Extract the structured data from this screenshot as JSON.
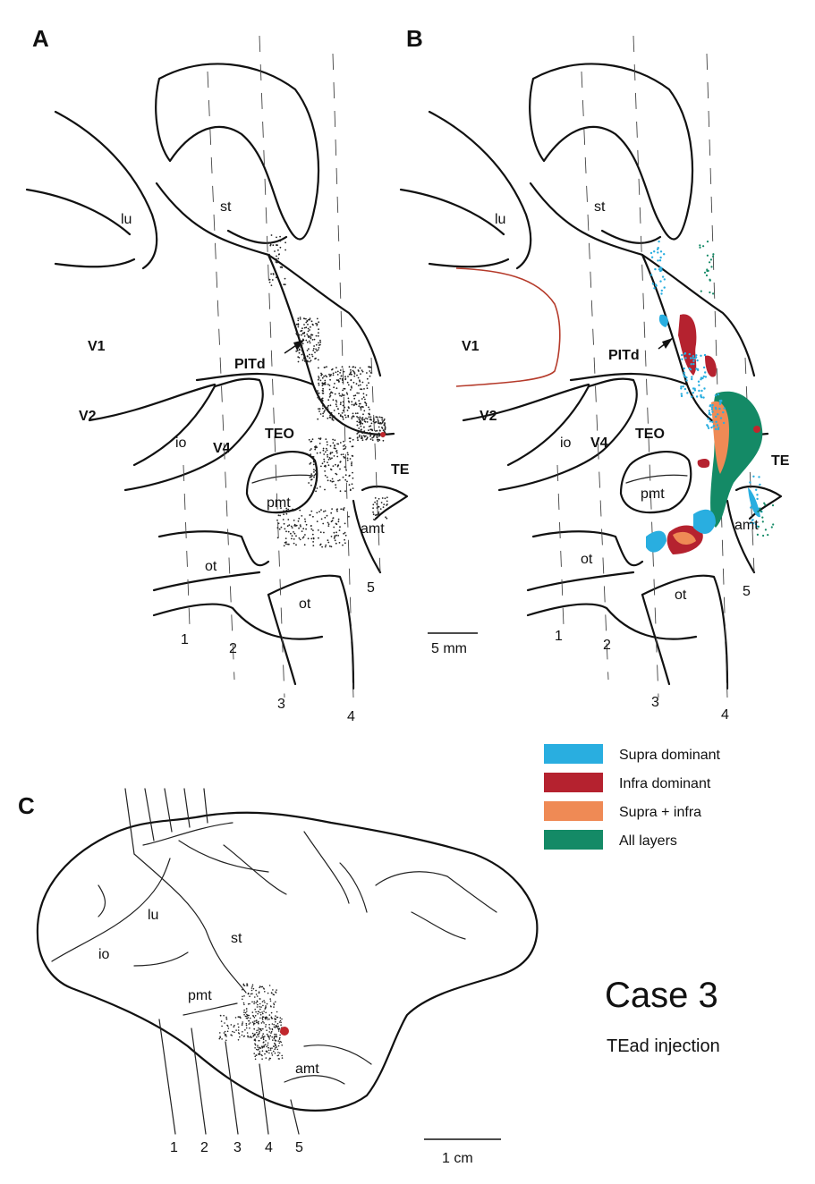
{
  "panels": {
    "a": {
      "letter": "A",
      "labels": {
        "lu": "lu",
        "st": "st",
        "v1": "V1",
        "pitd": "PITd",
        "v2": "V2",
        "io": "io",
        "v4": "V4",
        "teo": "TEO",
        "te": "TE",
        "pmt": "pmt",
        "amt": "amt",
        "ot_upper": "ot",
        "ot_lower": "ot"
      },
      "numbers": [
        "1",
        "2",
        "3",
        "4",
        "5"
      ]
    },
    "b": {
      "letter": "B",
      "labels": {
        "lu": "lu",
        "st": "st",
        "v1": "V1",
        "pitd": "PITd",
        "v2": "V2",
        "io": "io",
        "v4": "V4",
        "teo": "TEO",
        "te": "TE",
        "pmt": "pmt",
        "amt": "amt",
        "ot_upper": "ot",
        "ot_lower": "ot"
      },
      "numbers": [
        "1",
        "2",
        "3",
        "4",
        "5"
      ],
      "scale_bar": "5 mm"
    },
    "c": {
      "letter": "C",
      "labels": {
        "lu": "lu",
        "io": "io",
        "st": "st",
        "pmt": "pmt",
        "amt": "amt"
      },
      "numbers": [
        "1",
        "2",
        "3",
        "4",
        "5"
      ],
      "scale_bar": "1 cm"
    }
  },
  "legend": [
    {
      "label": "Supra dominant",
      "color": "#29aee0"
    },
    {
      "label": "Infra dominant",
      "color": "#b5222f"
    },
    {
      "label": "Supra + infra",
      "color": "#ef8a55"
    },
    {
      "label": "All layers",
      "color": "#148a66"
    }
  ],
  "case": {
    "title": "Case 3",
    "subtitle": "TEad injection"
  },
  "colors": {
    "injection": "#c0272d",
    "v1_border": "#b53a2a",
    "supra": "#29aee0",
    "infra": "#b5222f",
    "supra_infra": "#ef8a55",
    "all_layers": "#148a66"
  }
}
